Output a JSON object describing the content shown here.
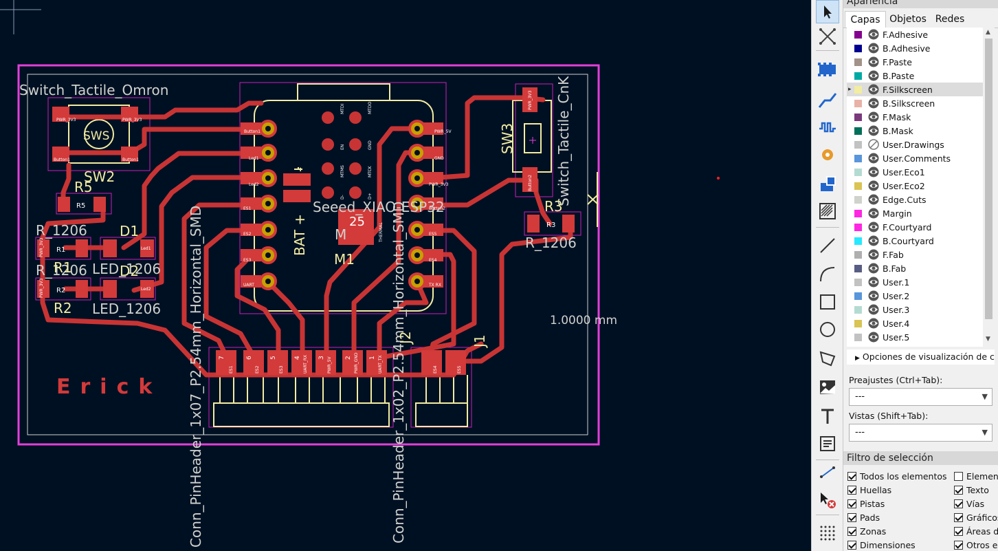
{
  "canvas": {
    "footprint_labels": {
      "sw_omron": "Switch_Tactile_Omron",
      "sw_cnk": "Switch_Tactile_CnK",
      "sw2": "SW2",
      "sw3": "SW3",
      "r5": "R5",
      "r5_val": "R_1206",
      "d1": "D1",
      "d2": "D2",
      "led1206_a": "LED_1206",
      "led1206_b": "LED_1206",
      "r1": "R1",
      "r1_val": "R_1206",
      "r2": "R2",
      "r3": "R3",
      "r3_val": "R_1206",
      "m1": "M1",
      "xiao": "Seeed_XIAO-ESP32",
      "bat": "BAT +",
      "minus": "-",
      "ref25": "25",
      "conn_a": "Conn_PinHeader_1x07_P2.54mm_Horizontal_SMD",
      "conn_b": "Conn_PinHeader_1x02_P2.54mm_Horizontal_SMD",
      "j1": "J1",
      "j2": "J2",
      "author": "Erick",
      "dimension": "1.0000 mm",
      "sws": "SWS"
    },
    "pad_labels": {
      "pwr3v3": "PWR_3V3",
      "button1": "Button1",
      "r5pad": "R5",
      "r1pad": "R1",
      "r2pad": "R2",
      "r3pad": "R3",
      "led1": "Led1",
      "led2": "Led2",
      "button2": "Button2",
      "j2_pins": [
        "ES1",
        "ES2",
        "ES3",
        "UART_RX",
        "PWR_5V",
        "PWR_GND",
        "UART_TX"
      ],
      "j2_nums": [
        "7",
        "6",
        "5",
        "4",
        "3",
        "2",
        "1"
      ],
      "j1_pins": [
        "ES4",
        "ES5"
      ],
      "mtdi": "MTDI",
      "mtdo": "MTDO",
      "en": "EN",
      "gnd": "GND",
      "mtms": "MTMS",
      "mtck": "MTCK",
      "dminus": "D-",
      "dplus": "D+",
      "thermal": "THERMAL",
      "xiao_left": [
        "Button1",
        "Led1",
        "Led2",
        "ES1",
        "ES2",
        "ES3",
        "UART"
      ],
      "xiao_right": [
        "PWR_5V",
        "GND",
        "PWR_3V3",
        "Button2",
        "ES5",
        "ES4",
        "TX RX"
      ],
      "esp": "ESP"
    }
  },
  "toolbar": {
    "tools": [
      "select-arrow",
      "inspect-x",
      "footprint",
      "route-track",
      "tune-length",
      "via",
      "layer-pair",
      "zone",
      "draw-line",
      "draw-arc",
      "draw-rectangle",
      "draw-circle",
      "draw-polygon",
      "image",
      "text",
      "textbox",
      "dimension",
      "delete",
      "grid"
    ]
  },
  "appearance": {
    "header": "Apariencia",
    "tabs": [
      "Capas",
      "Objetos",
      "Redes"
    ],
    "active_tab": "Capas",
    "layers": [
      {
        "name": "F.Adhesive",
        "color": "#84008f"
      },
      {
        "name": "B.Adhesive",
        "color": "#000090"
      },
      {
        "name": "F.Paste",
        "color": "#a39289"
      },
      {
        "name": "B.Paste",
        "color": "#00aaa3"
      },
      {
        "name": "F.Silkscreen",
        "color": "#f2eda1",
        "selected": true
      },
      {
        "name": "B.Silkscreen",
        "color": "#e8b2a7"
      },
      {
        "name": "F.Mask",
        "color": "#7a3a7c"
      },
      {
        "name": "B.Mask",
        "color": "#00705a"
      },
      {
        "name": "User.Drawings",
        "color": "#c2c2c2",
        "no_eye": true
      },
      {
        "name": "User.Comments",
        "color": "#5996db"
      },
      {
        "name": "User.Eco1",
        "color": "#b4dbd2"
      },
      {
        "name": "User.Eco2",
        "color": "#d9c454"
      },
      {
        "name": "Edge.Cuts",
        "color": "#d0d2cd"
      },
      {
        "name": "Margin",
        "color": "#ff26e2"
      },
      {
        "name": "F.Courtyard",
        "color": "#ff26e2"
      },
      {
        "name": "B.Courtyard",
        "color": "#26e9ff"
      },
      {
        "name": "F.Fab",
        "color": "#afafaf"
      },
      {
        "name": "B.Fab",
        "color": "#585d84"
      },
      {
        "name": "User.1",
        "color": "#c2c2c2"
      },
      {
        "name": "User.2",
        "color": "#5996db"
      },
      {
        "name": "User.3",
        "color": "#b4dbd2"
      },
      {
        "name": "User.4",
        "color": "#d9c454"
      },
      {
        "name": "User.5",
        "color": "#c2c2c2"
      }
    ],
    "display_options": "Opciones de visualización de capa",
    "presets_label": "Preajustes (Ctrl+Tab):",
    "presets_value": "---",
    "views_label": "Vistas (Shift+Tab):",
    "views_value": "---"
  },
  "selection_filter": {
    "header": "Filtro de selección",
    "items": [
      {
        "label": "Todos los elementos",
        "checked": true
      },
      {
        "label": "Elementos",
        "checked": false
      },
      {
        "label": "Huellas",
        "checked": true
      },
      {
        "label": "Texto",
        "checked": true
      },
      {
        "label": "Pistas",
        "checked": true
      },
      {
        "label": "Vías",
        "checked": true
      },
      {
        "label": "Pads",
        "checked": true
      },
      {
        "label": "Gráficos",
        "checked": true
      },
      {
        "label": "Zonas",
        "checked": true
      },
      {
        "label": "Áreas de",
        "checked": true
      },
      {
        "label": "Dimensiones",
        "checked": true
      },
      {
        "label": "Otros el",
        "checked": true
      }
    ]
  }
}
